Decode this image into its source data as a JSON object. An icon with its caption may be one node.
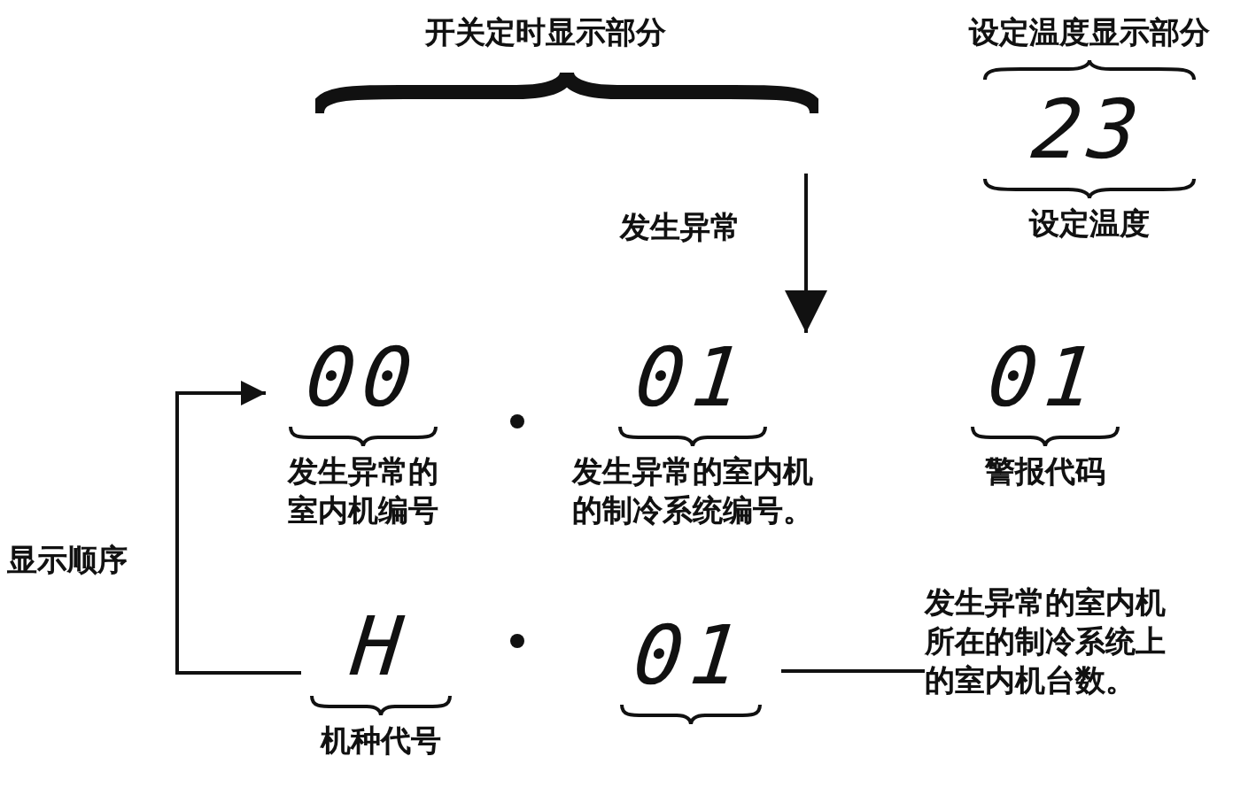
{
  "diagram": {
    "nodes": [
      {
        "text": [
          "设定温度显示部分",
          "23",
          "设定温度"
        ]
      },
      {
        "text": [
          "00",
          "发生异常的室内机编号"
        ]
      },
      {
        "text": [
          "01",
          "发生异常的室内机的制冷系统编号。"
        ]
      },
      {
        "text": [
          "01",
          "警报代码"
        ]
      },
      {
        "text": [
          "H",
          "机种代号"
        ]
      },
      {
        "text": [
          "01"
        ]
      },
      {
        "text": [
          "发生异常的室内机所在的制冷系统上的室内机台数。"
        ]
      }
    ],
    "edges": [
      {
        "from": null,
        "to": 2,
        "arrow": "to",
        "label": "发生异常"
      },
      {
        "from": 4,
        "to": 1,
        "arrow": "to",
        "label": "显示顺序"
      },
      {
        "from": 6,
        "to": 5,
        "arrow": "none"
      }
    ],
    "labels": [
      "开关定时显示部分"
    ]
  }
}
